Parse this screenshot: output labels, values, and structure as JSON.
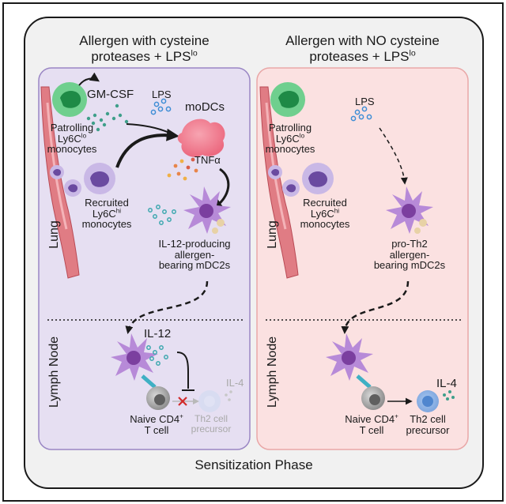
{
  "left_panel": {
    "title_line1": "Allergen with cysteine",
    "title_line2_main": "proteases + LPS",
    "title_line2_sup": "lo",
    "gm_csf": "GM-CSF",
    "lps": "LPS",
    "modcs": "moDCs",
    "patrolling_line1": "Patrolling",
    "patrolling_line2_main": "Ly6C",
    "patrolling_line2_sup": "lo",
    "patrolling_line3": "monocytes",
    "tnfa": "TNFα",
    "recruited_line1": "Recruited",
    "recruited_line2_main": "Ly6C",
    "recruited_line2_sup": "hi",
    "recruited_line3": "monocytes",
    "lung": "Lung",
    "mdc_line1": "IL-12-producing",
    "mdc_line2": "allergen-",
    "mdc_line3": "bearing mDC2s",
    "lymph_node": "Lymph Node",
    "il12": "IL-12",
    "il4": "IL-4",
    "naive_line1_main": "Naive CD4",
    "naive_line1_sup": "+",
    "naive_line2": "T cell",
    "th2_line1": "Th2 cell",
    "th2_line2": "precursor"
  },
  "right_panel": {
    "title_line1": "Allergen with NO cysteine",
    "title_line2_main": "proteases + LPS",
    "title_line2_sup": "lo",
    "lps": "LPS",
    "patrolling_line1": "Patrolling",
    "patrolling_line2_main": "Ly6C",
    "patrolling_line2_sup": "lo",
    "patrolling_line3": "monocytes",
    "recruited_line1": "Recruited",
    "recruited_line2_main": "Ly6C",
    "recruited_line2_sup": "hi",
    "recruited_line3": "monocytes",
    "lung": "Lung",
    "mdc_line1": "pro-Th2",
    "mdc_line2": "allergen-",
    "mdc_line3": "bearing mDC2s",
    "lymph_node": "Lymph Node",
    "il4": "IL-4",
    "naive_line1_main": "Naive CD4",
    "naive_line1_sup": "+",
    "naive_line2": "T cell",
    "th2_line1": "Th2 cell",
    "th2_line2": "precursor"
  },
  "footer": {
    "phase": "Sensitization Phase"
  },
  "colors": {
    "left_panel_fill": "#e6dff2",
    "left_panel_stroke": "#9a86c4",
    "right_panel_fill": "#fbe1e1",
    "right_panel_stroke": "#e9a7a7",
    "monocyte_green": "#3fb86a",
    "recruited_purple": "#8e6fbf",
    "modc_pink": "#f27b8e",
    "mdc_purple": "#a05bc4",
    "cytokine_teal": "#3f9f8a",
    "lps_blue": "#3f8ed6",
    "tnf_orange": "#e8854a",
    "vessel_red": "#d9646e",
    "inhibit_red": "#d22b2b"
  },
  "icons": [
    "gm-csf-arrow-icon",
    "monocyte-icon",
    "modc-icon",
    "dendritic-cell-icon",
    "t-cell-icon",
    "vessel-icon",
    "inhibit-icon"
  ]
}
